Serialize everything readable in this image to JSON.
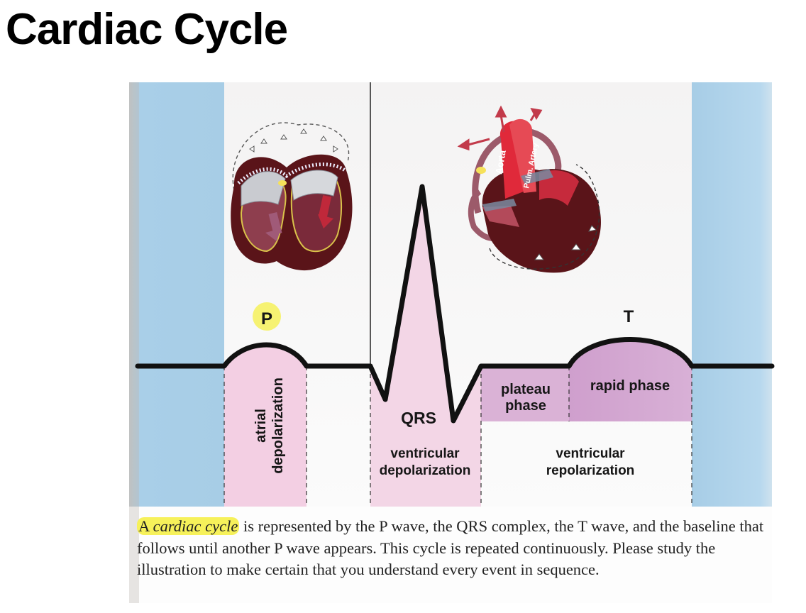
{
  "title": "Cardiac Cycle",
  "figure": {
    "wave_labels": {
      "p": "P",
      "qrs": "QRS",
      "t": "T"
    },
    "phase_labels": {
      "atrial_line1": "atrial",
      "atrial_line2": "depolarization",
      "plateau_line1": "plateau",
      "plateau_line2": "phase",
      "rapid": "rapid phase",
      "vent_depol_line1": "ventricular",
      "vent_depol_line2": "depolarization",
      "vent_repol_line1": "ventricular",
      "vent_repol_line2": "repolarization"
    },
    "vessel_labels": {
      "aorta": "Aorta",
      "pulm_artery": "Pulm. Artery"
    },
    "colors": {
      "side_panel_blue": "#a9cfe8",
      "atrial_pink": "#f3cfe3",
      "plateau_purple": "#dab2d6",
      "rapid_purple": "#d2a4d0",
      "heart_maroon": "#5a1419",
      "artery_red": "#e0293a",
      "highlight_yellow": "#f6f15a"
    }
  },
  "caption": {
    "article": "A",
    "term": "cardiac cycle",
    "body": " is represented by the P wave, the QRS complex, the T wave, and the baseline that follows until another P wave appears. This cycle is repeated continuously. Please study the illustration to make certain that you understand every event in sequence."
  }
}
